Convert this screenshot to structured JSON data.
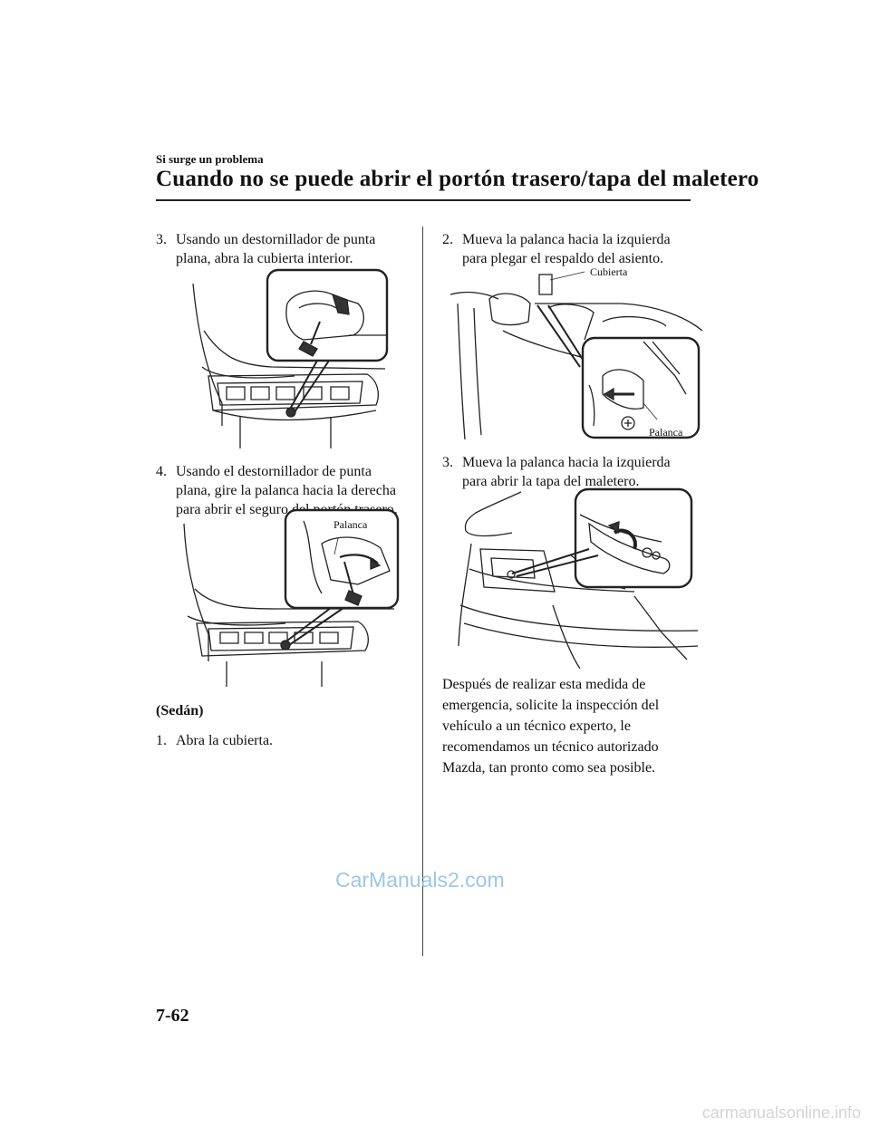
{
  "header": {
    "section": "Si surge un problema",
    "title": "Cuando no se puede abrir el portón trasero/tapa del maletero"
  },
  "left": {
    "step3": {
      "num": "3.",
      "line1": "Usando un destornillador de punta",
      "line2": "plana, abra la cubierta interior."
    },
    "step4": {
      "num": "4.",
      "line1": "Usando el destornillador de punta",
      "line2": "plana, gire la palanca hacia la derecha",
      "line3": "para abrir el seguro del portón trasero."
    },
    "fig2_label": "Palanca",
    "sedan_heading": "(Sedán)",
    "step1": {
      "num": "1.",
      "line1": "Abra la cubierta."
    }
  },
  "right": {
    "step2": {
      "num": "2.",
      "line1": "Mueva la palanca hacia la izquierda",
      "line2": "para plegar el respaldo del asiento."
    },
    "fig3_label_top": "Cubierta",
    "fig3_label_bottom": "Palanca",
    "step3": {
      "num": "3.",
      "line1": "Mueva la palanca hacia la izquierda",
      "line2": "para abrir la tapa del maletero."
    },
    "closing": [
      "Después de realizar esta medida de",
      "emergencia, solicite la inspección del",
      "vehículo a un técnico experto, le",
      "recomendamos un técnico autorizado",
      "Mazda, tan pronto como sea posible."
    ]
  },
  "footer": {
    "page_number": "7-62",
    "watermark_left": "CarManuals2.com",
    "watermark_right": "carmanualsonline.info"
  }
}
